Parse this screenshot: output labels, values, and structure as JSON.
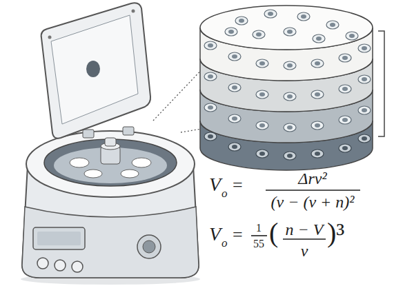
{
  "diagram": {
    "labels": [
      "V",
      "o",
      "=",
      "Δrv²",
      "(v − (v + n)²",
      "V",
      "o",
      "=",
      "1",
      "55",
      "(",
      "n − V",
      "v",
      ")³"
    ]
  }
}
